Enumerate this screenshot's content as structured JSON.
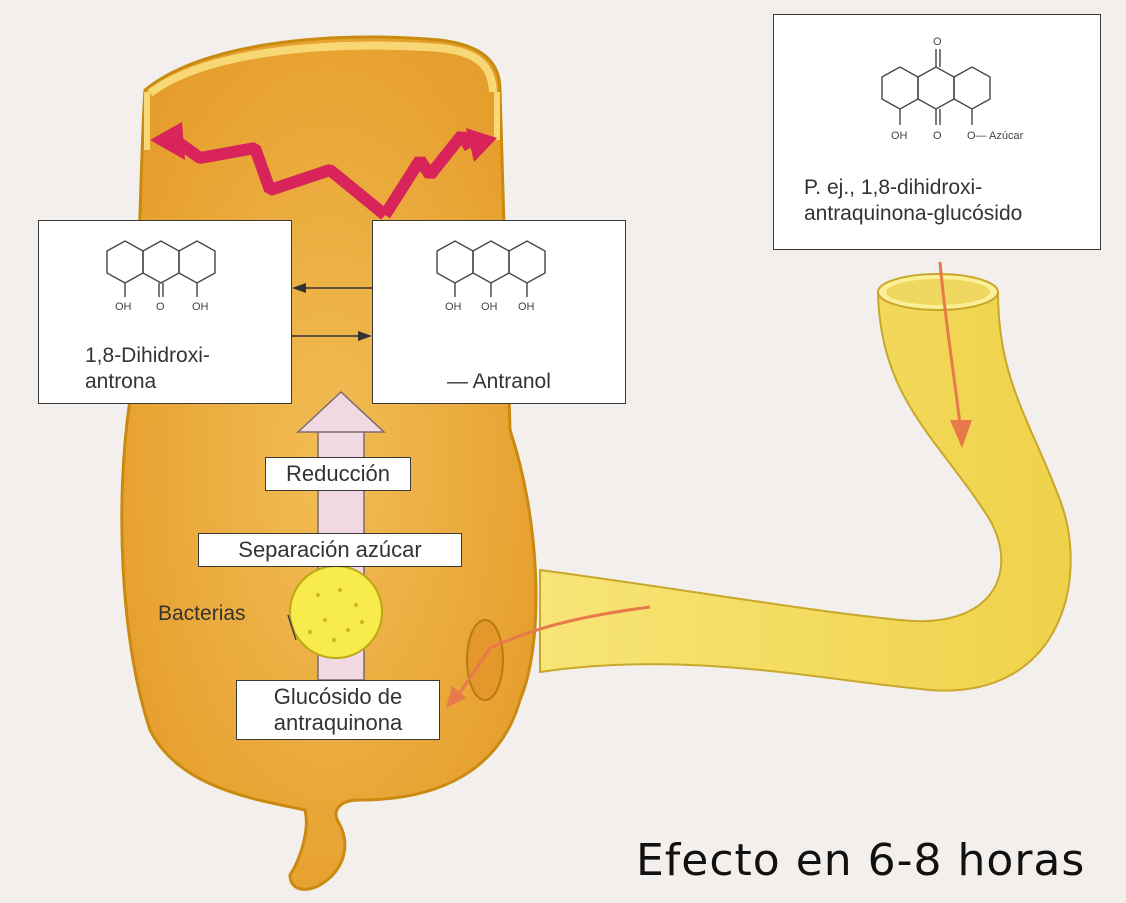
{
  "structures": {
    "glycoside": {
      "top_o": "O",
      "mid_o": "O",
      "oh": "OH",
      "sugar": "O— Azúcar",
      "caption": "P. ej., 1,8-dihidroxi-\nantraquinona-glucósido"
    },
    "anthrone": {
      "oh_left": "OH",
      "o_mid": "O",
      "oh_right": "OH",
      "caption": "1,8-Dihidroxi-\nantrona"
    },
    "anthranol": {
      "oh_left": "OH",
      "oh_mid": "OH",
      "oh_right": "OH",
      "caption": "— Antranol"
    }
  },
  "steps": {
    "reduction": "Reducción",
    "sugar_separation": "Separación azúcar",
    "bacteria": "Bacterias",
    "glycoside": "Glucósido de\nantraquinona"
  },
  "effect": "Efecto en 6-8 horas",
  "colors": {
    "colon_fill": "#e8a532",
    "colon_edge": "#c98a10",
    "intestine_fill": "#f6df62",
    "red_arrow": "#d8245a",
    "orange_arrow": "#e8794a",
    "up_arrow": "#f1d9e4"
  }
}
